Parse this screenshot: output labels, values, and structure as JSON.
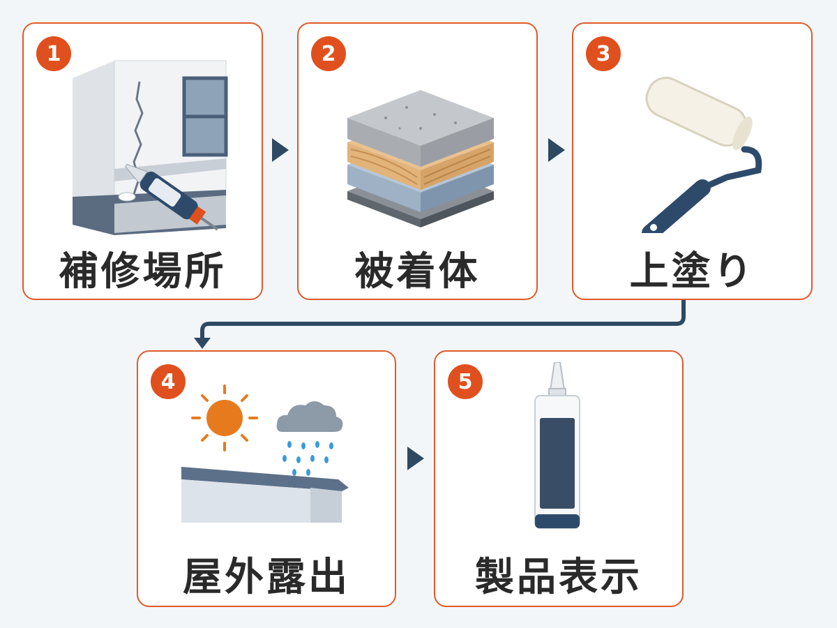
{
  "steps": [
    {
      "number": "1",
      "label": "補修場所",
      "icon": "wall-crack-caulking-icon"
    },
    {
      "number": "2",
      "label": "被着体",
      "icon": "substrate-layers-icon"
    },
    {
      "number": "3",
      "label": "上塗り",
      "icon": "paint-roller-icon"
    },
    {
      "number": "4",
      "label": "屋外露出",
      "icon": "sun-rain-exposure-icon"
    },
    {
      "number": "5",
      "label": "製品表示",
      "icon": "sealant-cartridge-icon"
    }
  ],
  "colors": {
    "accent": "#e0501e",
    "card_border": "#e0592a",
    "arrow": "#2e4a63",
    "background": "#f3f6f9"
  }
}
